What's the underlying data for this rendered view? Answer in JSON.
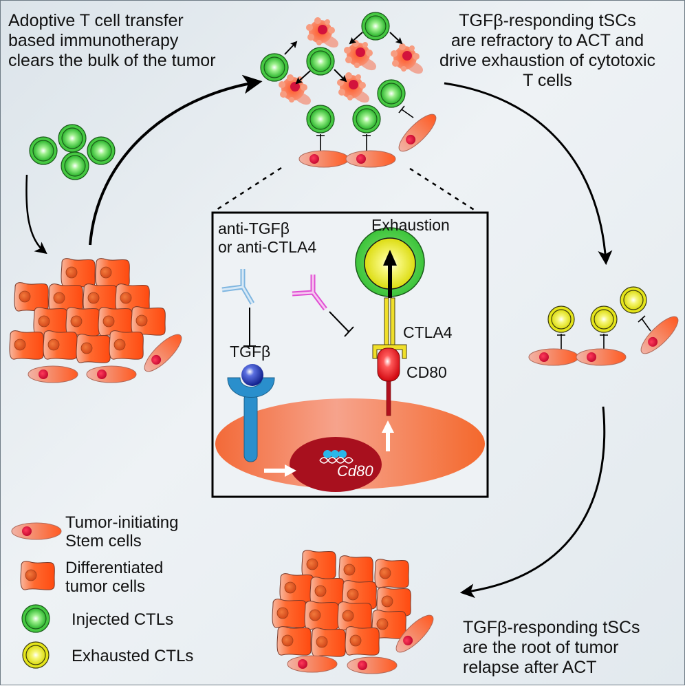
{
  "captions": {
    "act": "Adoptive T cell transfer\nbased immunotherapy\nclears the bulk of the tumor",
    "refractory": "TGFβ-responding tSCs\nare refractory to ACT and\ndrive exhaustion of cytotoxic\nT cells",
    "relapse": "TGFβ-responding tSCs\nare the root of tumor\nrelapse after ACT"
  },
  "inset": {
    "antibodies_label": "anti-TGFβ\nor anti-CTLA4",
    "exhaustion_label": "Exhaustion",
    "tgfb_label": "TGFβ",
    "ctla4_label": "CTLA4",
    "cd80_label": "CD80",
    "gene_label": "Cd80"
  },
  "legend": [
    {
      "icon": "stem-cell-icon",
      "label": "Tumor-initiating\nStem cells"
    },
    {
      "icon": "differentiated-cell-icon",
      "label": "Differentiated\ntumor cells"
    },
    {
      "icon": "injected-ctl-icon",
      "label": "Injected CTLs"
    },
    {
      "icon": "exhausted-ctl-icon",
      "label": "Exhausted CTLs"
    }
  ],
  "colors": {
    "injected_ctl": "#3ec43e",
    "exhausted_ctl": "#e6e617",
    "tumor_cell": "#ff5a1e",
    "stem_nucleus": "#d3123c",
    "tgfb_receptor": "#2a8fcc",
    "anti_tgfb": "#7fb6e0",
    "anti_ctla4": "#e04fd4",
    "ctla4": "#f0df2a",
    "cd80": "#e4141c"
  }
}
